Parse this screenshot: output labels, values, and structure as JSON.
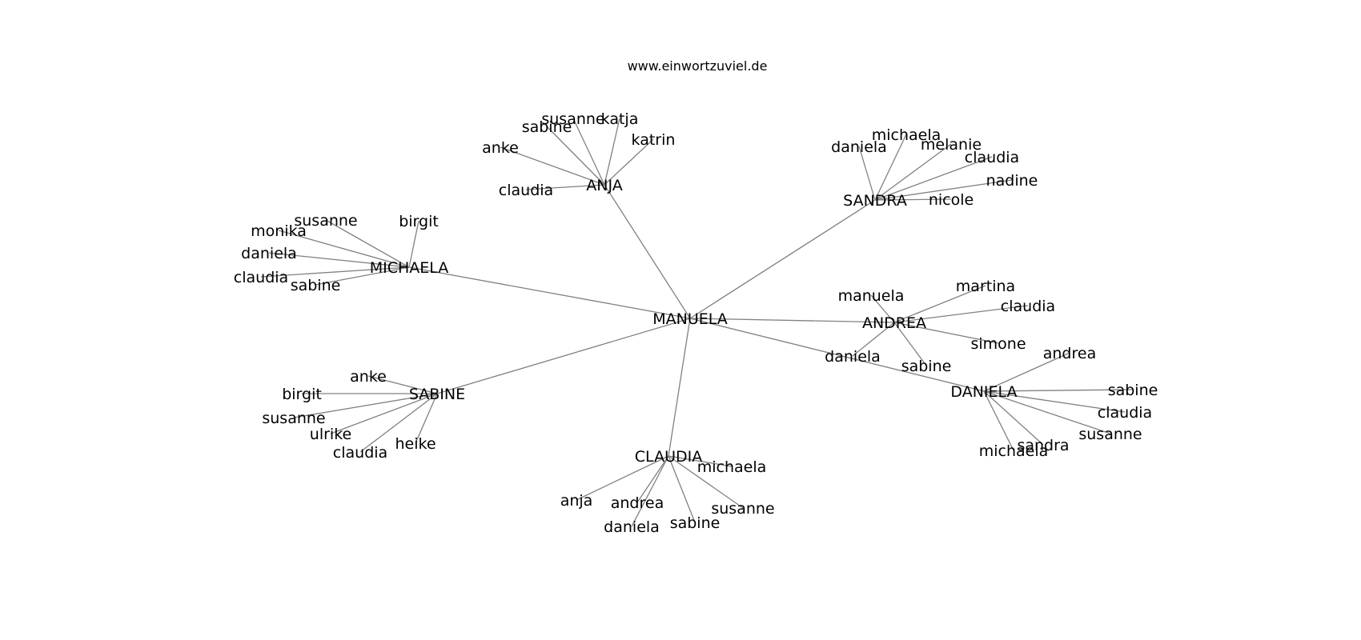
{
  "header": {
    "website": "www.einwortzuviel.de"
  },
  "graph": {
    "center": "MANUELA",
    "hubs": [
      {
        "name": "ANJA",
        "neighbors": [
          "sabine",
          "susanne",
          "katja",
          "katrin",
          "anke",
          "claudia"
        ]
      },
      {
        "name": "SANDRA",
        "neighbors": [
          "daniela",
          "michaela",
          "melanie",
          "claudia",
          "nadine",
          "nicole"
        ]
      },
      {
        "name": "MICHAELA",
        "neighbors": [
          "susanne",
          "birgit",
          "monika",
          "daniela",
          "claudia",
          "sabine"
        ]
      },
      {
        "name": "ANDREA",
        "neighbors": [
          "manuela",
          "martina",
          "claudia",
          "simone",
          "sabine",
          "daniela"
        ]
      },
      {
        "name": "DANIELA",
        "neighbors": [
          "andrea",
          "sabine",
          "claudia",
          "susanne",
          "sandra",
          "michaela"
        ]
      },
      {
        "name": "SABINE",
        "neighbors": [
          "anke",
          "birgit",
          "susanne",
          "ulrike",
          "claudia",
          "heike"
        ]
      },
      {
        "name": "CLAUDIA",
        "neighbors": [
          "michaela",
          "susanne",
          "sabine",
          "daniela",
          "andrea",
          "anja"
        ]
      }
    ]
  }
}
